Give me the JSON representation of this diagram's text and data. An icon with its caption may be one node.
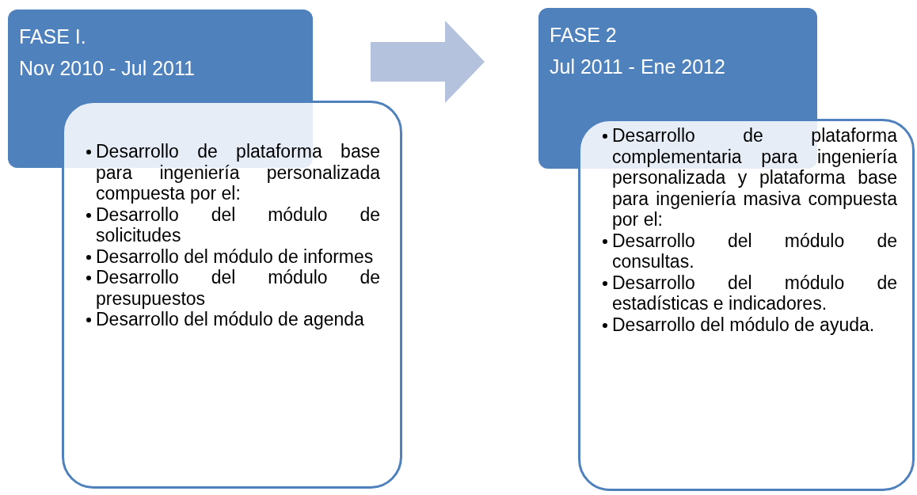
{
  "diagram": {
    "nodes": [
      {
        "text": [
          "FASE I.",
          "Nov 2010 - Jul 2011"
        ]
      },
      {
        "text": [
          "Desarrollo de plataforma base para ingeniería personalizada compuesta por el:",
          "Desarrollo del módulo de solicitudes",
          "Desarrollo del módulo de informes",
          "Desarrollo del módulo de presupuestos",
          "Desarrollo del módulo de agenda"
        ]
      },
      {
        "text": [
          "FASE 2",
          "Jul 2011 - Ene 2012"
        ]
      },
      {
        "text": [
          "Desarrollo de plataforma complementaria para ingeniería personalizada y plataforma base para ingeniería masiva compuesta por el:",
          "Desarrollo del módulo de consultas.",
          "Desarrollo del módulo de estadísticas e indicadores.",
          "Desarrollo del módulo de ayuda."
        ]
      }
    ],
    "edges": [
      {
        "from": 0,
        "to": 2,
        "arrow": "to",
        "style": "thick",
        "color": "#b4c2de"
      }
    ]
  }
}
